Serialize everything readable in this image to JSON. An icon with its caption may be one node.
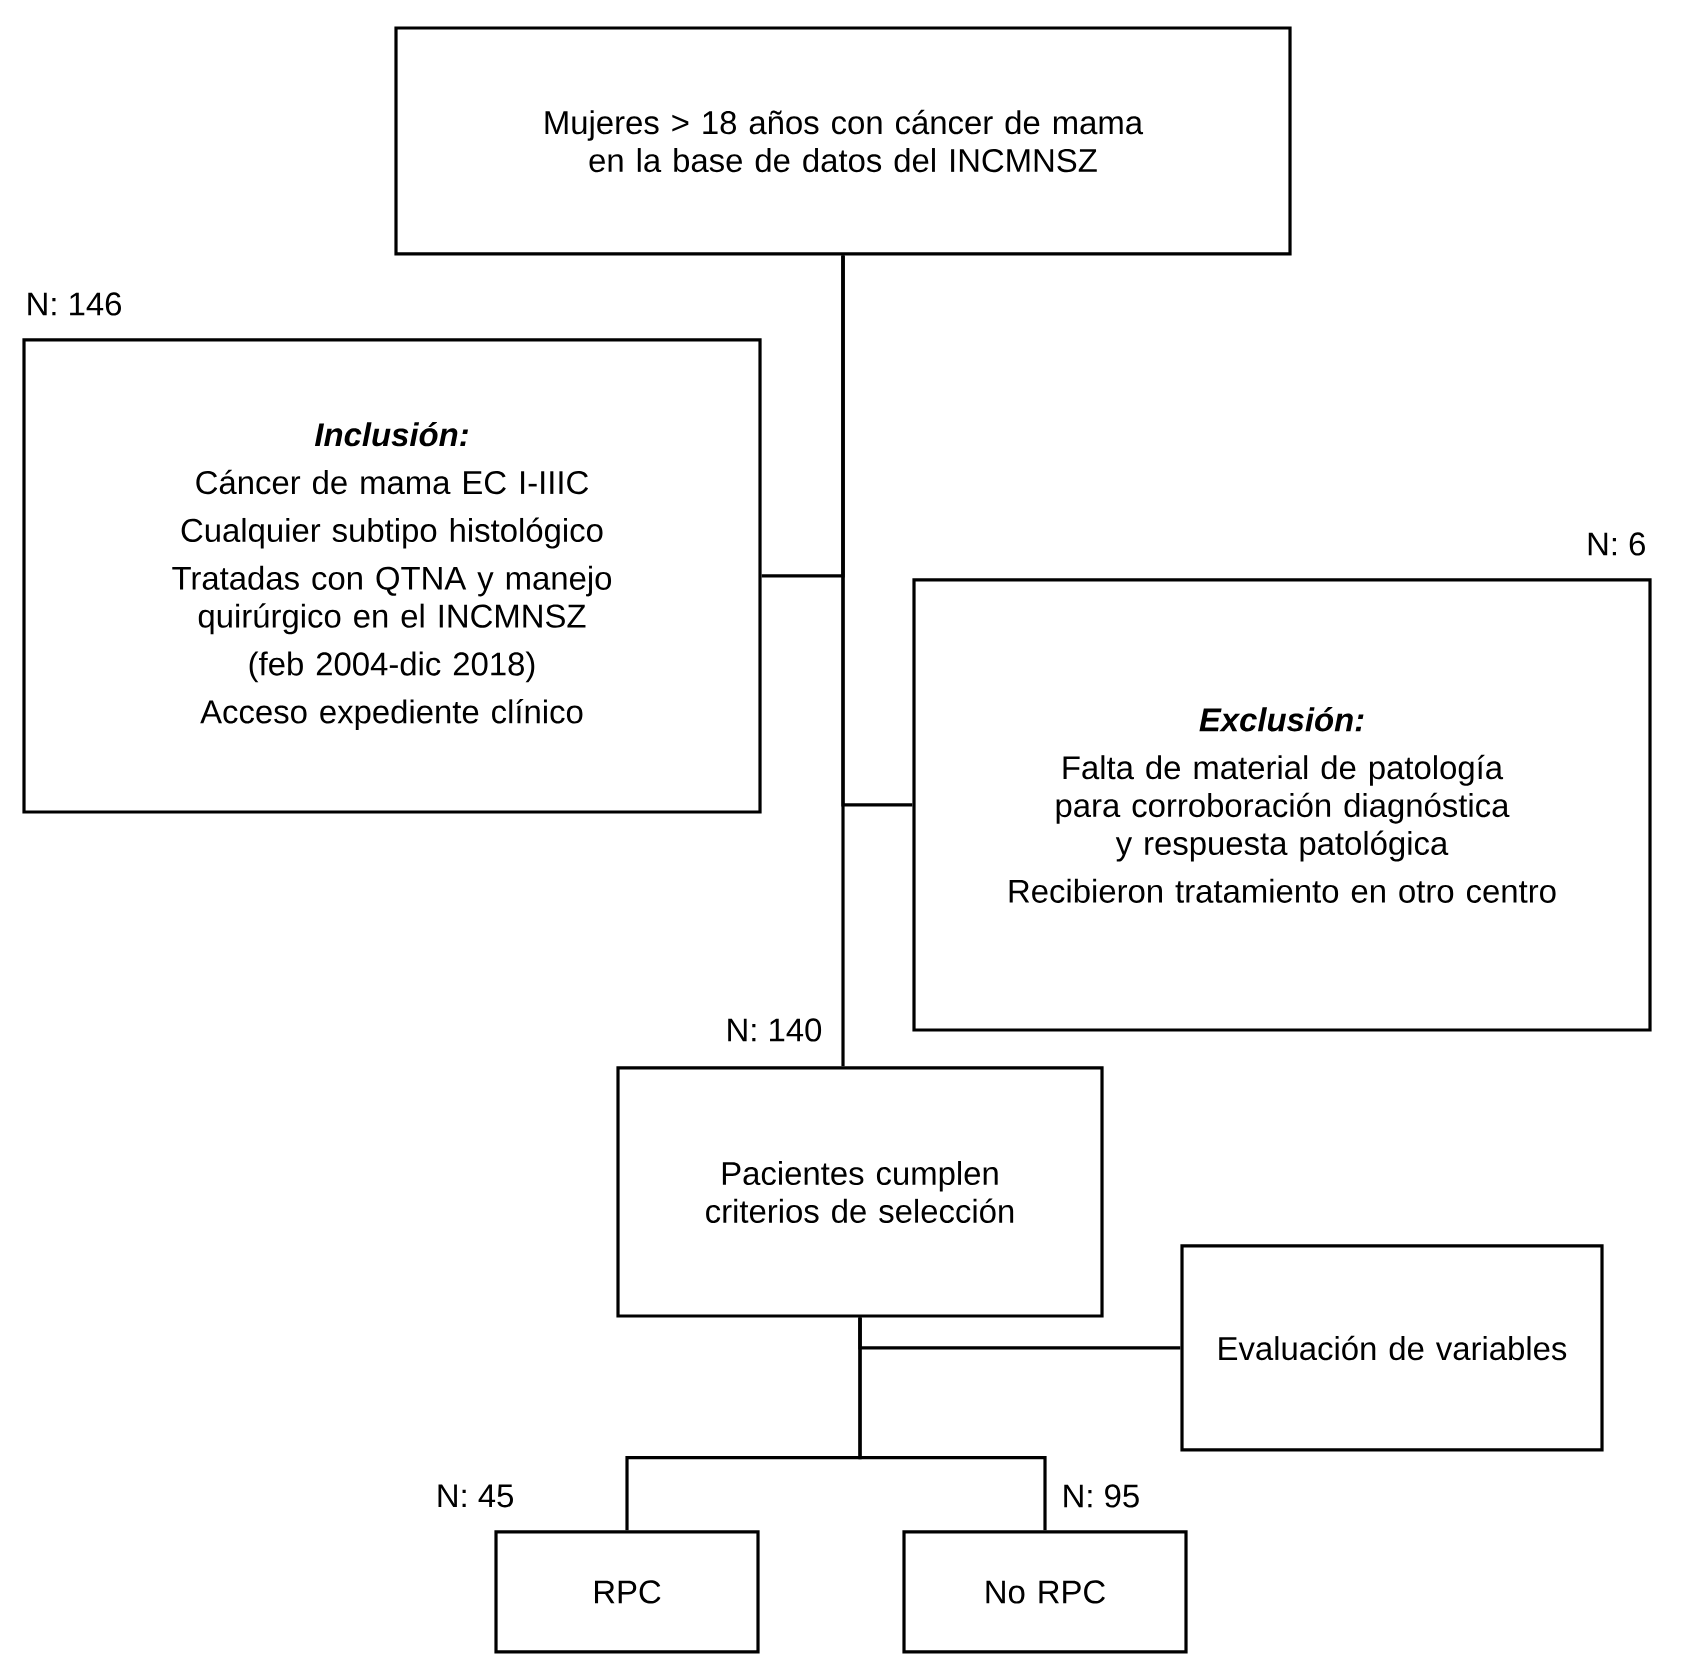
{
  "diagram": {
    "nodes": [
      {
        "text": [
          "Mujeres > 18 años con cáncer de mama en la base de datos del INCMNSZ"
        ]
      },
      {
        "text": [
          "Inclusión:",
          "Cáncer de mama EC I-IIIC",
          "Cualquier subtipo histológico",
          "Tratadas con QTNA y manejo quirúrgico en el INCMNSZ",
          "(feb 2004-dic 2018)",
          "Acceso expediente clínico"
        ],
        "beside": [
          "N: 146"
        ]
      },
      {
        "text": [
          "Exclusión:",
          "Falta de material de patología para corroboración diagnóstica y respuesta patológica",
          "Recibieron tratamiento en otro centro"
        ],
        "beside": [
          "N: 6"
        ]
      },
      {
        "text": [
          "Pacientes cumplen criterios de selección"
        ],
        "beside": [
          "N: 140"
        ]
      },
      {
        "text": [
          "Evaluación de variables"
        ]
      },
      {
        "text": [
          "RPC"
        ],
        "beside": [
          "N: 45"
        ]
      },
      {
        "text": [
          "No RPC"
        ],
        "beside": [
          "N: 95"
        ]
      }
    ],
    "edges": [
      {
        "from": 0,
        "to": 1,
        "arrow": "none"
      },
      {
        "from": 0,
        "to": 2,
        "arrow": "none"
      },
      {
        "from": 0,
        "to": 3,
        "arrow": "none"
      },
      {
        "from": 3,
        "to": 4,
        "arrow": "none"
      },
      {
        "from": 3,
        "to": 5,
        "arrow": "none"
      },
      {
        "from": 3,
        "to": 6,
        "arrow": "none"
      }
    ]
  }
}
